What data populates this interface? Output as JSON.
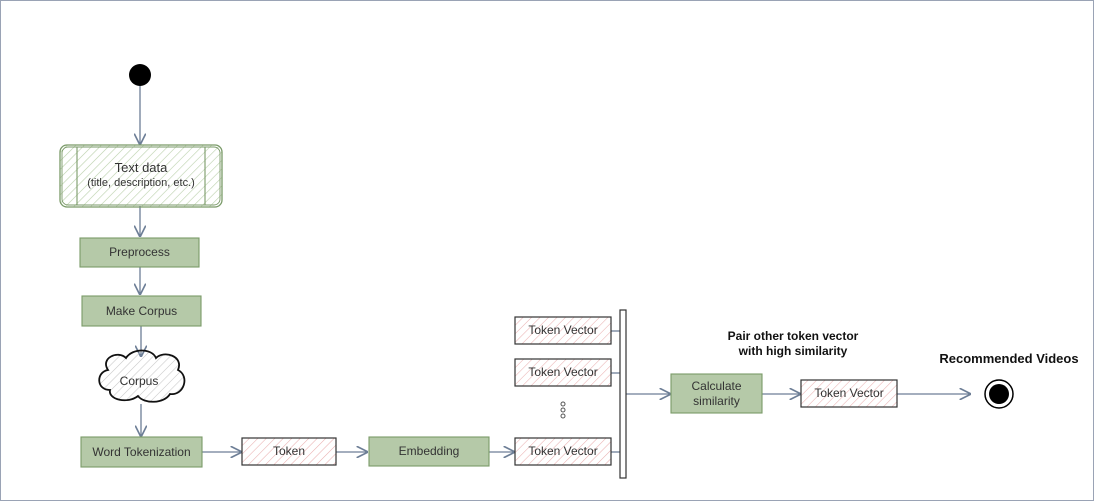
{
  "diagram": {
    "text_data": {
      "title": "Text data",
      "subtitle": "(title, description, etc.)"
    },
    "preprocess": "Preprocess",
    "make_corpus": "Make Corpus",
    "corpus": "Corpus",
    "word_tokenization": "Word Tokenization",
    "token": "Token",
    "embedding": "Embedding",
    "token_vector_1": "Token Vector",
    "token_vector_2": "Token Vector",
    "token_vector_3": "Token Vector",
    "calculate_similarity": "Calculate similarity",
    "pair_note": "Pair other token vector with high similarity",
    "result_vector": "Token Vector",
    "recommended_videos": "Recommended Videos"
  },
  "colors": {
    "green_fill": "#b5c9a8",
    "green_stroke": "#7a9a68",
    "token_stroke": "#333333",
    "hatch_pink": "#e9a3a3",
    "arrow": "#6d7e96"
  }
}
